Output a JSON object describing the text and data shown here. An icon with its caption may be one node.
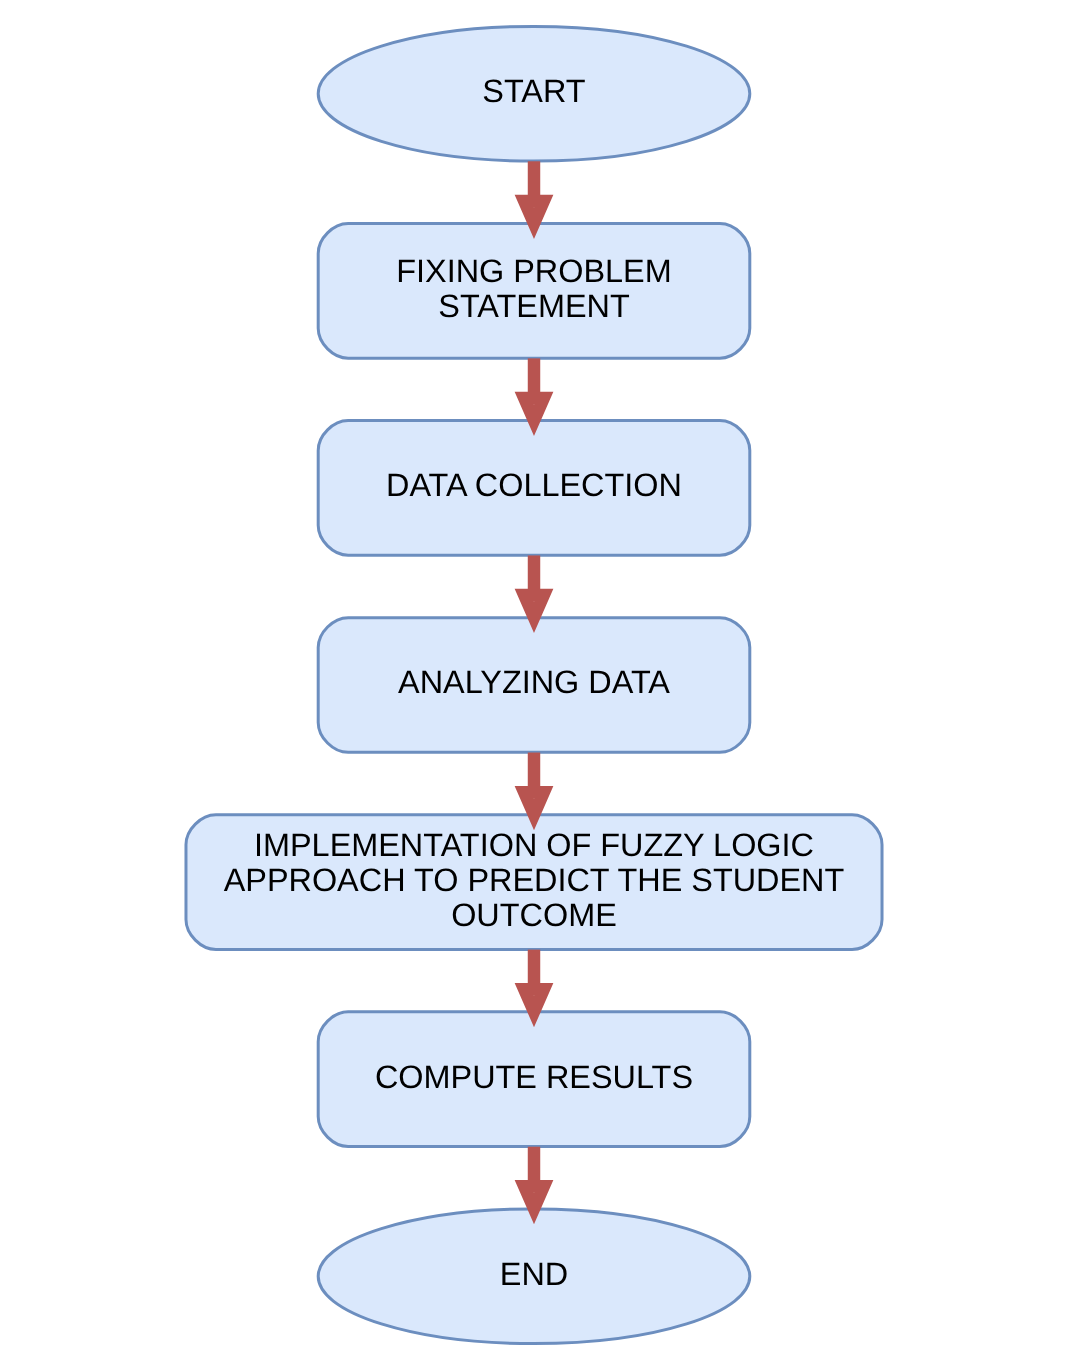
{
  "diagram": {
    "nodes": [
      {
        "text": [
          "START"
        ]
      },
      {
        "text": [
          "FIXING PROBLEM STATEMENT"
        ]
      },
      {
        "text": [
          "DATA COLLECTION"
        ]
      },
      {
        "text": [
          "ANALYZING DATA"
        ]
      },
      {
        "text": [
          "IMPLEMENTATION OF FUZZY LOGIC APPROACH TO PREDICT THE STUDENT OUTCOME"
        ]
      },
      {
        "text": [
          "COMPUTE RESULTS"
        ]
      },
      {
        "text": [
          "END"
        ]
      }
    ],
    "edges": [
      {
        "from": 0,
        "to": 1,
        "arrow": "to"
      },
      {
        "from": 1,
        "to": 2,
        "arrow": "to"
      },
      {
        "from": 2,
        "to": 3,
        "arrow": "to"
      },
      {
        "from": 3,
        "to": 4,
        "arrow": "to"
      },
      {
        "from": 4,
        "to": 5,
        "arrow": "to"
      },
      {
        "from": 5,
        "to": 6,
        "arrow": "to"
      }
    ]
  }
}
